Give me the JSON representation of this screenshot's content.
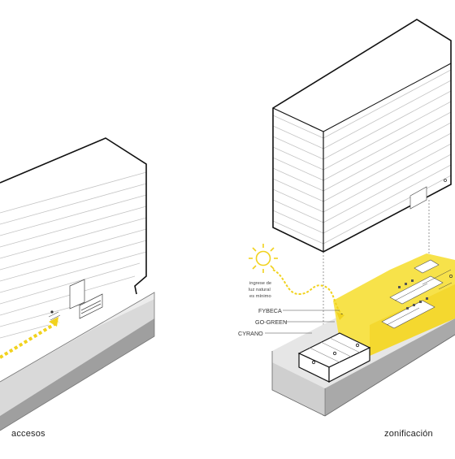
{
  "captions": {
    "left": "accesos",
    "right": "zonificación"
  },
  "sun_note": [
    "ingrese de",
    "luz natural",
    "es mínimo"
  ],
  "labels": {
    "fybeca": "FYBECA",
    "gogreen": "GO-GREEN",
    "cyrano": "CYRANO"
  },
  "colors": {
    "accent": "#f7e24a",
    "accent_dark": "#f1d21e",
    "outline": "#111111",
    "line": "#b9b9b9",
    "ground": "#cfcfcf",
    "ground_dark": "#a9a9a9"
  }
}
